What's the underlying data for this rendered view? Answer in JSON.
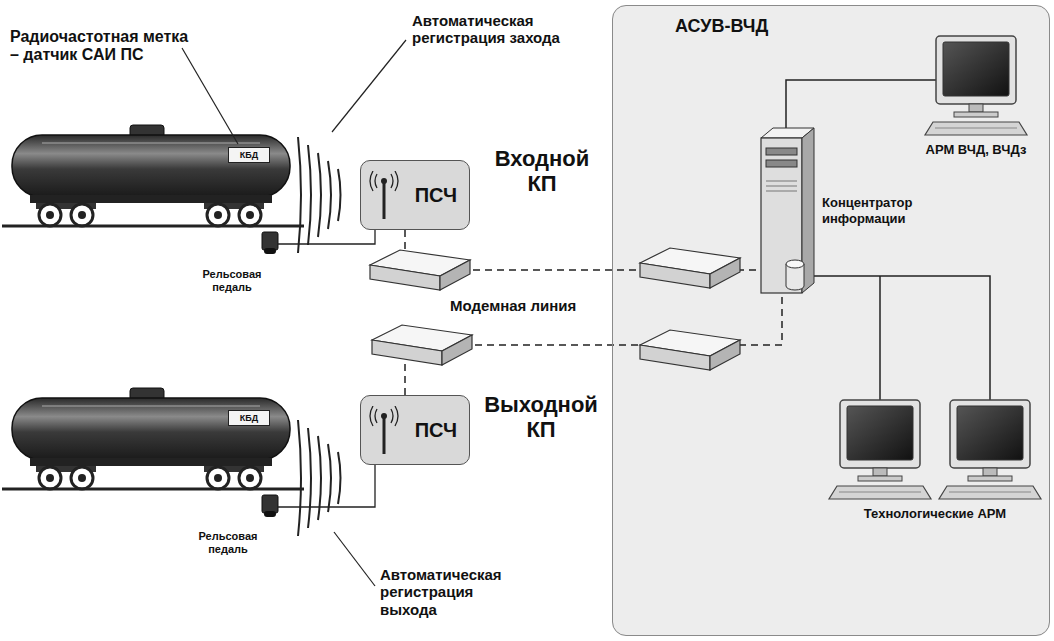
{
  "diagram": {
    "nodes": [
      {
        "text": [
          "КБД"
        ]
      },
      {
        "text": [
          "ПСЧ"
        ]
      },
      {
        "text": [
          "АСУВ-ВЧД"
        ]
      },
      {
        "text": [
          "АРМ ВЧД, ВЧДз"
        ],
        "in": 2
      },
      {
        "text": [
          "Концентратор информации"
        ],
        "in": 2
      },
      {
        "text": [
          "КБД"
        ]
      },
      {
        "text": [
          "ПСЧ"
        ]
      },
      {
        "text": [
          "Технологические АРМ"
        ],
        "in": 2
      }
    ],
    "edges": [
      {
        "from": 1,
        "to": 4,
        "arrow": "none"
      },
      {
        "from": 6,
        "to": 4,
        "arrow": "none"
      },
      {
        "from": 4,
        "to": 3,
        "arrow": "none"
      },
      {
        "from": 4,
        "to": 7,
        "arrow": "none"
      }
    ],
    "labels": [
      "Радиочастотная метка – датчик САИ ПС",
      "Автоматическая регистрация захода",
      "Входной КП",
      "Рельсовая педаль",
      "Модемная линия",
      "Выходной КП",
      "Рельсовая педаль",
      "Автоматическая регистрация выхода"
    ]
  }
}
